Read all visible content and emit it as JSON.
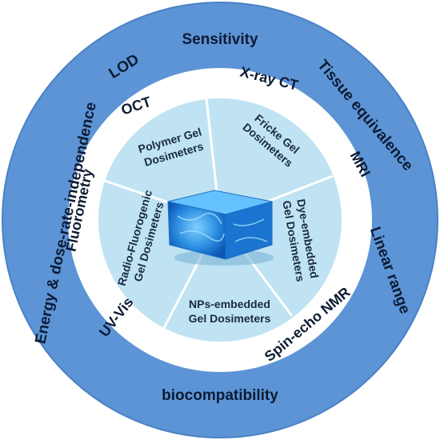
{
  "outer_ring": {
    "top": "Sensitivity",
    "left_top": "LOD",
    "right_top": "Tissue equivalence",
    "left": "Energy & dose-rate-independence",
    "right": "Linear range",
    "bottom": "biocompatibility"
  },
  "middle_ring": {
    "oct": "OCT",
    "xray_ct": "X-ray CT",
    "mri": "MRI",
    "spin_echo_nmr": "Spin-echo NMR",
    "uv_vis": "UV-Vis",
    "fluorometry": "Fluorometry"
  },
  "inner_sectors": {
    "polymer": [
      "Polymer Gel",
      "Dosimeters"
    ],
    "fricke": [
      "Fricke Gel",
      "Dosimeters"
    ],
    "dye": [
      "Dye-embedded",
      "Gel Dosimeters"
    ],
    "nps": [
      "NPs-embedded",
      "Gel Dosimeters"
    ],
    "radio": [
      "Radio-Fluorogenic",
      "Gel Dosimeters"
    ]
  },
  "colors": {
    "outer_ring": "#5c94d6",
    "middle_ring": "#ffffff",
    "inner_fill": "#bfe3f2",
    "dividers": "#ffffff",
    "text": "#0d1b33",
    "gel_cube": "#2a8be0"
  }
}
